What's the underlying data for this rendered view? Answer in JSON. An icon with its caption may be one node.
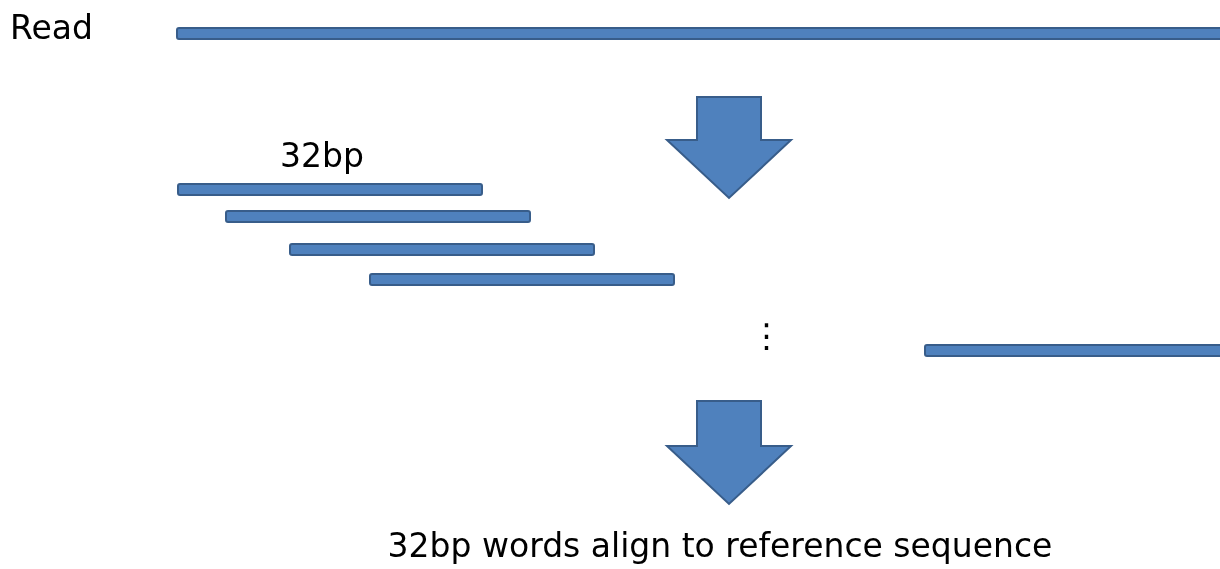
{
  "diagram": {
    "nodes": [
      {
        "text": [],
        "shape": "bar",
        "beside": [
          "Read"
        ]
      },
      {
        "text": [],
        "shape": "bar",
        "beside": [
          "32bp"
        ]
      },
      {
        "text": [],
        "shape": "bar"
      },
      {
        "text": [],
        "shape": "bar"
      },
      {
        "text": [],
        "shape": "bar"
      },
      {
        "text": [],
        "shape": "bar"
      }
    ],
    "labels": [
      "⋮",
      "32bp words align to reference sequence"
    ]
  }
}
